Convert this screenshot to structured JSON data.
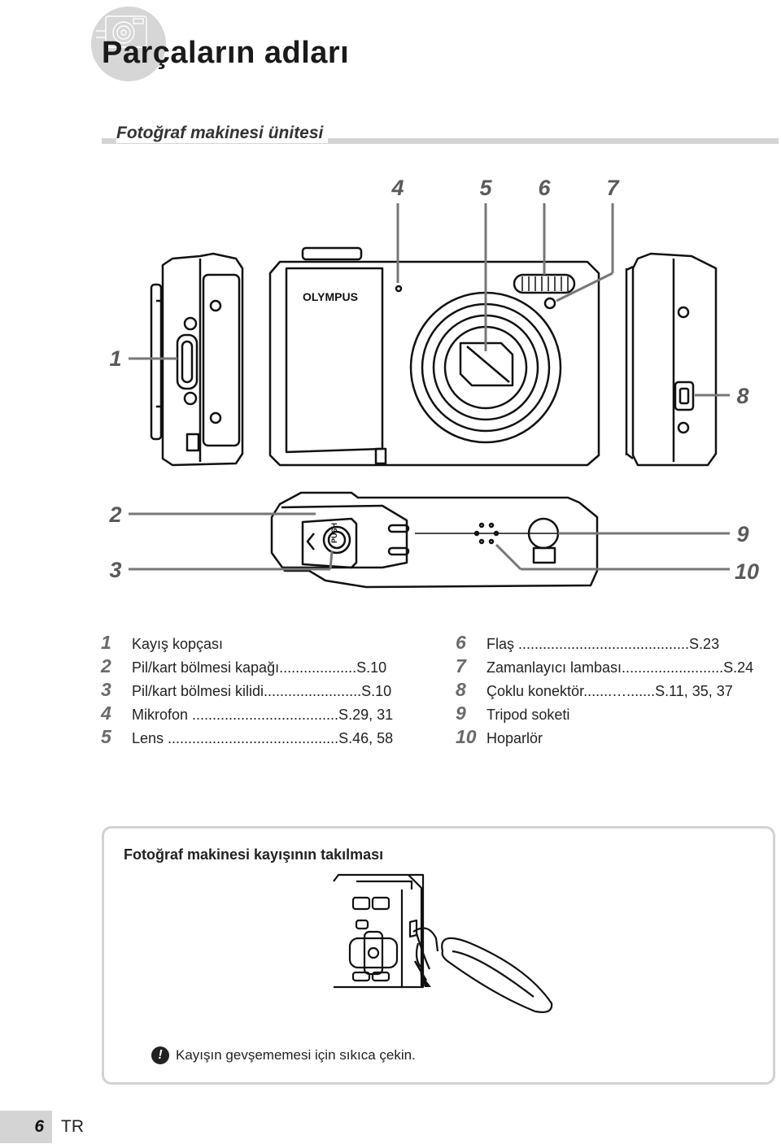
{
  "page": {
    "title": "Parçaların adları",
    "section_title": "Fotoğraf makinesi ünitesi",
    "page_number": "6",
    "language": "TR"
  },
  "diagram": {
    "brand": "OLYMPUS",
    "push_label": "PUSH",
    "callouts": [
      "1",
      "2",
      "3",
      "4",
      "5",
      "6",
      "7",
      "8",
      "9",
      "10"
    ]
  },
  "parts": [
    {
      "num": "1",
      "label": "Kayış kopçası"
    },
    {
      "num": "2",
      "label": "Pil/kart bölmesi kapağı...................S.10"
    },
    {
      "num": "3",
      "label": "Pil/kart bölmesi kilidi........................S.10"
    },
    {
      "num": "4",
      "label": "Mikrofon ....................................S.29, 31"
    },
    {
      "num": "5",
      "label": "Lens ..........................................S.46, 58"
    },
    {
      "num": "6",
      "label": "Flaş ..........................................S.23"
    },
    {
      "num": "7",
      "label": "Zamanlayıcı lambası.........................S.24"
    },
    {
      "num": "8",
      "label": "Çoklu konektör.......….......S.11, 35, 37"
    },
    {
      "num": "9",
      "label": "Tripod soketi"
    },
    {
      "num": "10",
      "label": "Hoparlör"
    }
  ],
  "strap": {
    "title": "Fotoğraf makinesi kayışının takılması",
    "caution_symbol": "!",
    "caution_text": "Kayışın gevşememesi için sıkıca çekin."
  },
  "colors": {
    "section_bar": "#d4d4d4",
    "callout_number": "#5a5a5a",
    "box_border": "#d2d2d2"
  },
  "icons": [
    "header-emblem-icon",
    "caution-icon"
  ]
}
